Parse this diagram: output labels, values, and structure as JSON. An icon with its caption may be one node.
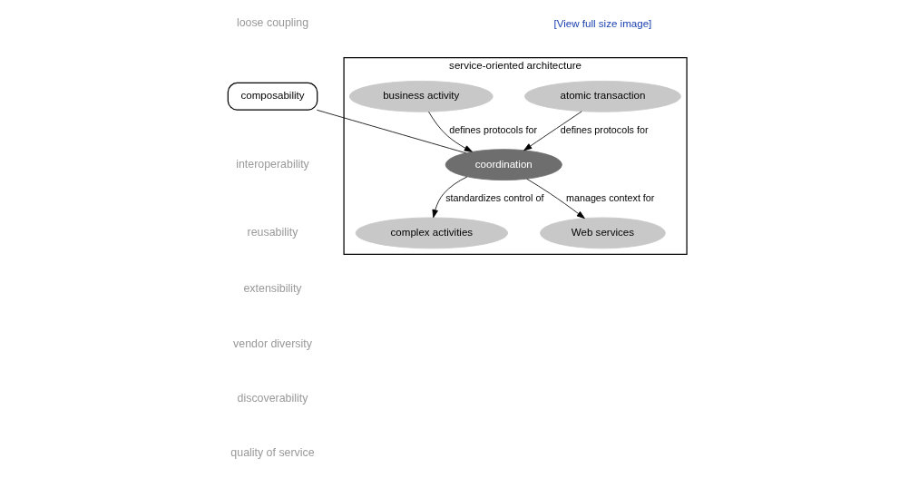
{
  "diagram": {
    "nodes": [
      {
        "text": [
          "service-oriented architecture"
        ]
      },
      {
        "text": [
          "atomic transaction"
        ],
        "in": 0
      },
      {
        "text": [
          "business activity"
        ],
        "in": 0
      },
      {
        "text": [
          "coordination"
        ],
        "in": 0
      },
      {
        "text": [
          "complex activities"
        ],
        "in": 0
      },
      {
        "text": [
          "Web services"
        ],
        "in": 0
      },
      {
        "text": [
          "composability"
        ]
      }
    ],
    "edges": [
      {
        "from": 1,
        "to": 3,
        "arrow": "to",
        "label": "defines protocols for"
      },
      {
        "from": 2,
        "to": 3,
        "arrow": "to",
        "label": "defines protocols for"
      },
      {
        "from": 3,
        "to": 4,
        "arrow": "to",
        "label": "standardizes control of"
      },
      {
        "from": 3,
        "to": 5,
        "arrow": "to",
        "label": "manages context for"
      },
      {
        "from": 3,
        "to": 6,
        "arrow": "none"
      }
    ],
    "labels": [
      "[View full size image]",
      "loose coupling",
      "interoperability",
      "reusability",
      "extensibility",
      "vendor diversity",
      "discoverability",
      "quality of service"
    ]
  }
}
